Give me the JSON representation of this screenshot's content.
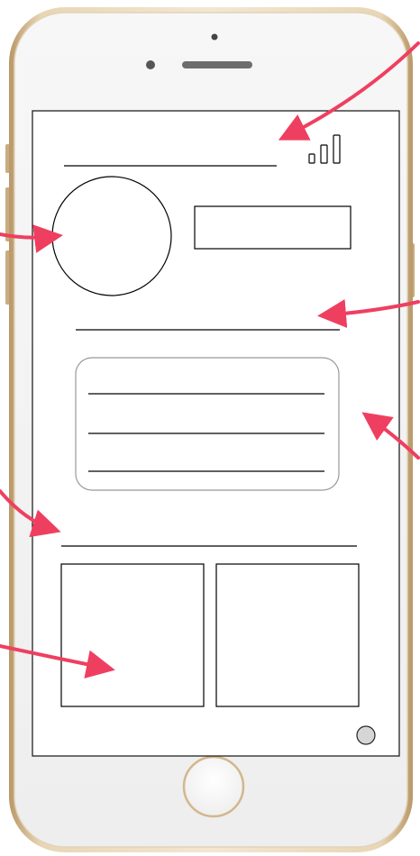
{
  "device": {
    "model": "smartphone",
    "body_color": "#dcc7a4",
    "bezel_color": "#f1f1f1",
    "screen_bg": "#ffffff"
  },
  "wireframe": {
    "title_line": true,
    "signal_bars": 3,
    "avatar_circle": true,
    "input_box": true,
    "divider_lines": 2,
    "card_text_lines": 3,
    "thumbnail_tiles": 2,
    "floating_dot": true,
    "dot_color": "#d6d6d6",
    "line_color": "#000000",
    "card_border_color": "#999999"
  },
  "annotation_arrows": {
    "count": 6,
    "color": "#ef3f60"
  }
}
